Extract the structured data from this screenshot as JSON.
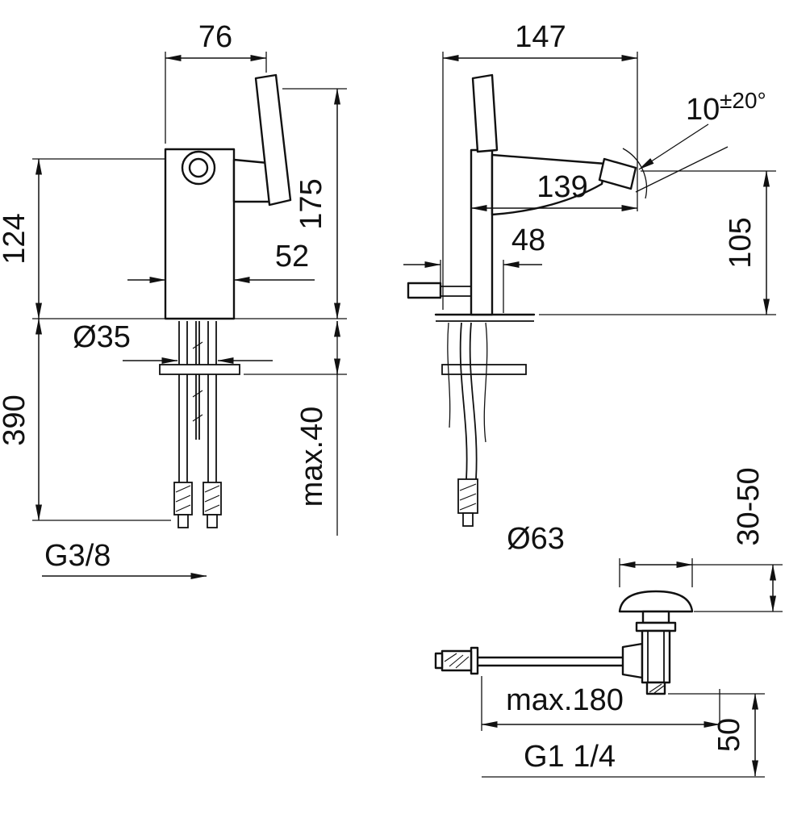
{
  "colors": {
    "line": "#111111",
    "background": "#ffffff"
  },
  "front_view": {
    "width_top": "76",
    "body_height": "124",
    "total_height": "175",
    "body_depth": "52",
    "hole_diameter": "Ø35",
    "hose_length": "390",
    "deck_thickness": "max.40",
    "supply_thread": "G3/8"
  },
  "side_view": {
    "total_projection": "147",
    "spout_reach": "139",
    "angle_value": "10",
    "angle_tolerance": "±20°",
    "outlet_height": "105",
    "base_depth": "48"
  },
  "drain_view": {
    "cap_diameter": "Ø63",
    "deck_range": "30-50",
    "rod_reach": "max.180",
    "tail_length": "50",
    "drain_thread": "G1 1/4"
  }
}
